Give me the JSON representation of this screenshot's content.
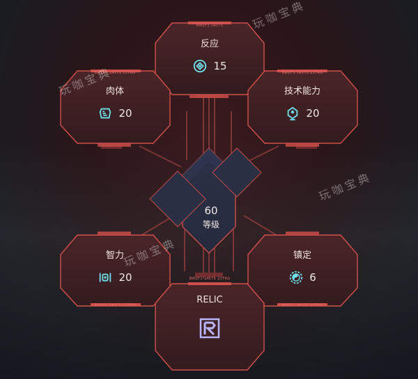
{
  "attributes": [
    {
      "id": "reflex",
      "name": "反应",
      "value": "15",
      "icon": "reflex-icon",
      "code": "BWZF1 1A1T1"
    },
    {
      "id": "body",
      "name": "肉体",
      "value": "20",
      "icon": "body-fist-icon",
      "code": "BWZF1 1A1T1 21TRG"
    },
    {
      "id": "tech",
      "name": "技术能力",
      "value": "20",
      "icon": "tech-icon",
      "code": "BWZF1 1A1T1 21TRG"
    },
    {
      "id": "intelligence",
      "name": "智力",
      "value": "20",
      "icon": "intelligence-icon",
      "code": "BWZF1 1A1T1 21TRG"
    },
    {
      "id": "cool",
      "name": "镇定",
      "value": "6",
      "icon": "yin-yang-icon",
      "code": "BWZF1 1A1T1 21TRG"
    },
    {
      "id": "relic",
      "name": "RELIC",
      "value": "",
      "icon": "relic-icon",
      "code": "BWZF1 1A1T1 21TRG"
    }
  ],
  "level": {
    "value": "60",
    "label": "等级"
  },
  "watermark": "玩咖宝典",
  "colors": {
    "accent": "#e3605c",
    "panel": "#3a2022",
    "icon": "#6fe0ee"
  }
}
